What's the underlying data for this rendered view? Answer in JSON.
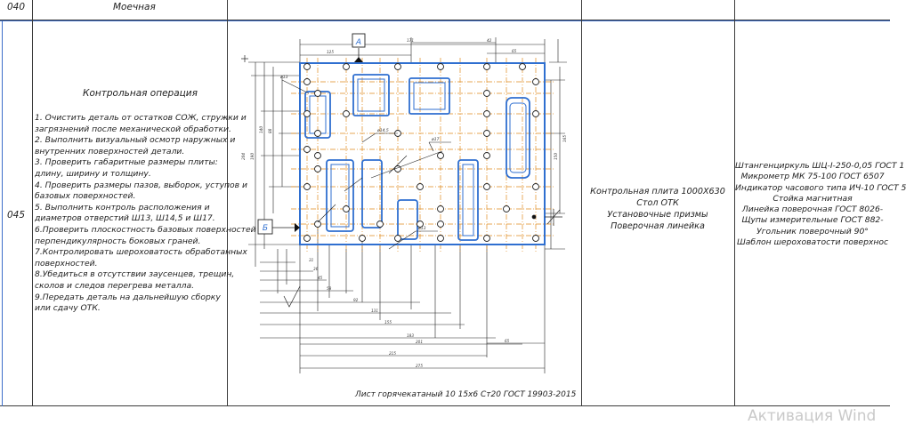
{
  "rows": {
    "row040": {
      "number": "040",
      "operation": "Моечная"
    },
    "row045": {
      "number": "045",
      "heading": "Контрольная операция",
      "steps": [
        "1. Очистить деталь от остатков СОЖ, стружки и",
        "загрязнений после механической обработки.",
        "2. Выполнить визуальный осмотр наружных и",
        "внутренних поверхностей детали.",
        "3. Проверить габаритные размеры плиты:",
        "длину, ширину и толщину.",
        "4. Проверить размеры пазов, выборок, уступов и",
        "базовых поверхностей.",
        "5. Выполнить контроль расположения и",
        "диаметров отверстий Ш13, Ш14,5 и Ш17.",
        "6.Проверить плоскостность базовых поверхностей и",
        "перпендикулярность боковых граней.",
        "7.Контролировать шероховатость обработанных",
        "поверхностей.",
        "8.Убедиться в отсутствии заусенцев, трещин,",
        "сколов и следов перегрева металла.",
        "9.Передать деталь на дальнейшую сборку",
        "или сдачу ОТК."
      ],
      "equipment": [
        "Контрольная плита 1000Х630",
        "Стол ОТК",
        "Установочные призмы",
        "Поверочная линейка"
      ],
      "instruments": [
        "Штангенциркуль ШЦ-I-250-0,05 ГОСТ 1",
        "Микрометр МК 75-100 ГОСТ 6507",
        "Индикатор часового типа ИЧ-10 ГОСТ 5",
        "Стойка магнитная",
        "Линейка поверочная ГОСТ 8026-",
        "Щупы измерительные ГОСТ 882-",
        "Угольник поверочный 90°",
        "Шаблон шероховатости поверхнос"
      ]
    }
  },
  "drawing": {
    "datum_a": "А",
    "datum_b": "Б",
    "caption": "Лист горячекатаный 10 15х6 Ст20  ГОСТ 19903-2015"
  },
  "watermark": "Активация Wind",
  "colors": {
    "part_outline": "#2f6fd0",
    "centerlines": "#e08a1e",
    "dims": "#222222"
  }
}
